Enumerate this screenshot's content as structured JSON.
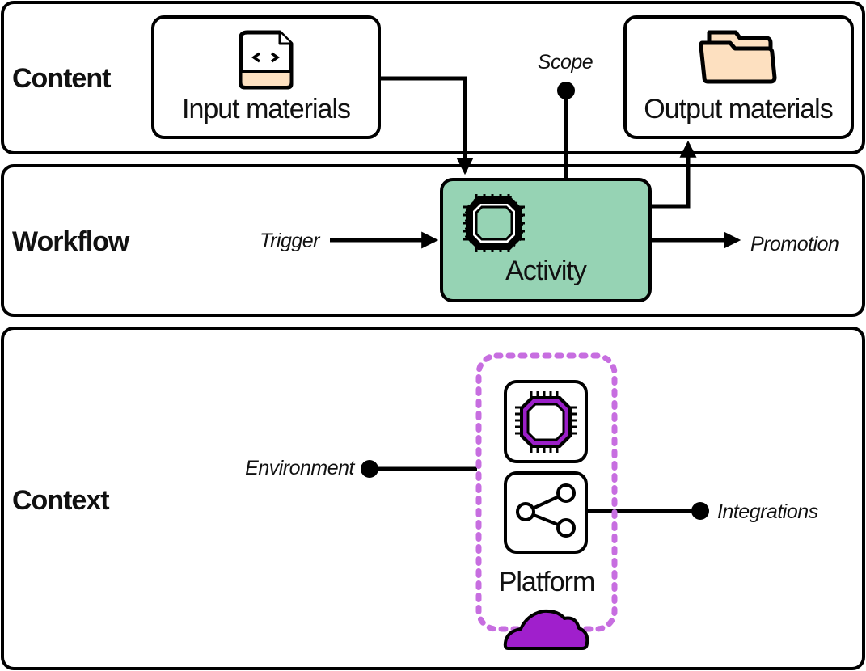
{
  "lanes": [
    {
      "id": "content",
      "label": "Content"
    },
    {
      "id": "workflow",
      "label": "Workflow"
    },
    {
      "id": "context",
      "label": "Context"
    }
  ],
  "nodes": {
    "input_materials": {
      "label": "Input materials",
      "icon": "code-file-icon"
    },
    "output_materials": {
      "label": "Output materials",
      "icon": "folder-icon"
    },
    "activity": {
      "label": "Activity",
      "icon": "chip-icon"
    },
    "platform": {
      "label": "Platform",
      "icons": [
        "chip-icon",
        "share-icon",
        "cloud-icon"
      ]
    }
  },
  "annotations": {
    "scope": "Scope",
    "trigger": "Trigger",
    "promotion": "Promotion",
    "environment": "Environment",
    "integrations": "Integrations"
  },
  "colors": {
    "activity_fill": "#96d3b4",
    "file_accent": "#fde0c0",
    "folder_fill": "#fde0c0",
    "platform_dash": "#c76ee0",
    "platform_chip": "#9b1fc8",
    "cloud_fill": "#a01fcc",
    "stroke": "#000000"
  }
}
